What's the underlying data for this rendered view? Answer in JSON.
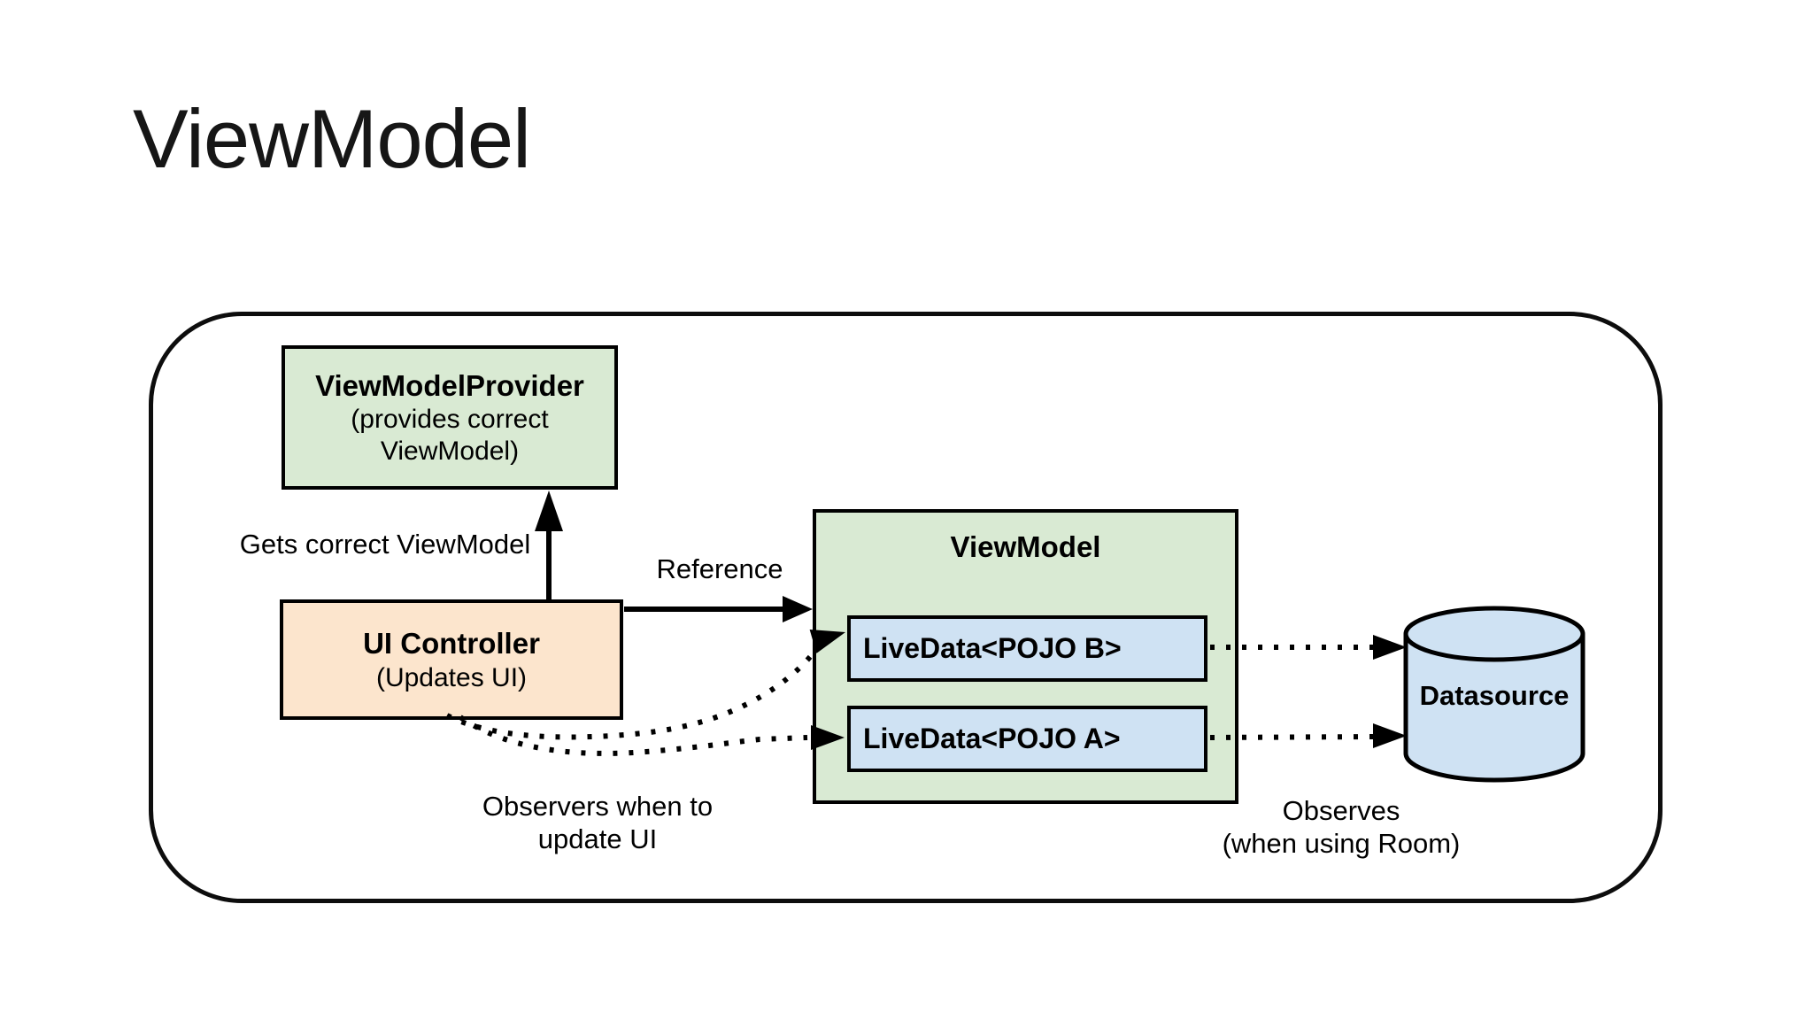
{
  "slide": {
    "title": "ViewModel"
  },
  "diagram": {
    "nodes": {
      "view_model_provider": {
        "title": "ViewModelProvider",
        "subtitle": "(provides correct ViewModel)"
      },
      "ui_controller": {
        "title": "UI Controller",
        "subtitle": "(Updates UI)"
      },
      "view_model": {
        "title": "ViewModel",
        "live_data": [
          {
            "label": "LiveData<POJO B>"
          },
          {
            "label": "LiveData<POJO A>"
          }
        ]
      },
      "datasource": {
        "title": "Datasource"
      }
    },
    "edge_labels": {
      "gets_correct_viewmodel": "Gets correct ViewModel",
      "reference": "Reference",
      "observers_line1": "Observers when to",
      "observers_line2": "update UI",
      "observes_line1": "Observes",
      "observes_line2": "(when using Room)"
    },
    "colors": {
      "node_green": "#d9ead3",
      "node_orange": "#fce5cd",
      "node_blue": "#cfe2f3",
      "stroke_black": "#000000",
      "background": "#ffffff"
    }
  }
}
